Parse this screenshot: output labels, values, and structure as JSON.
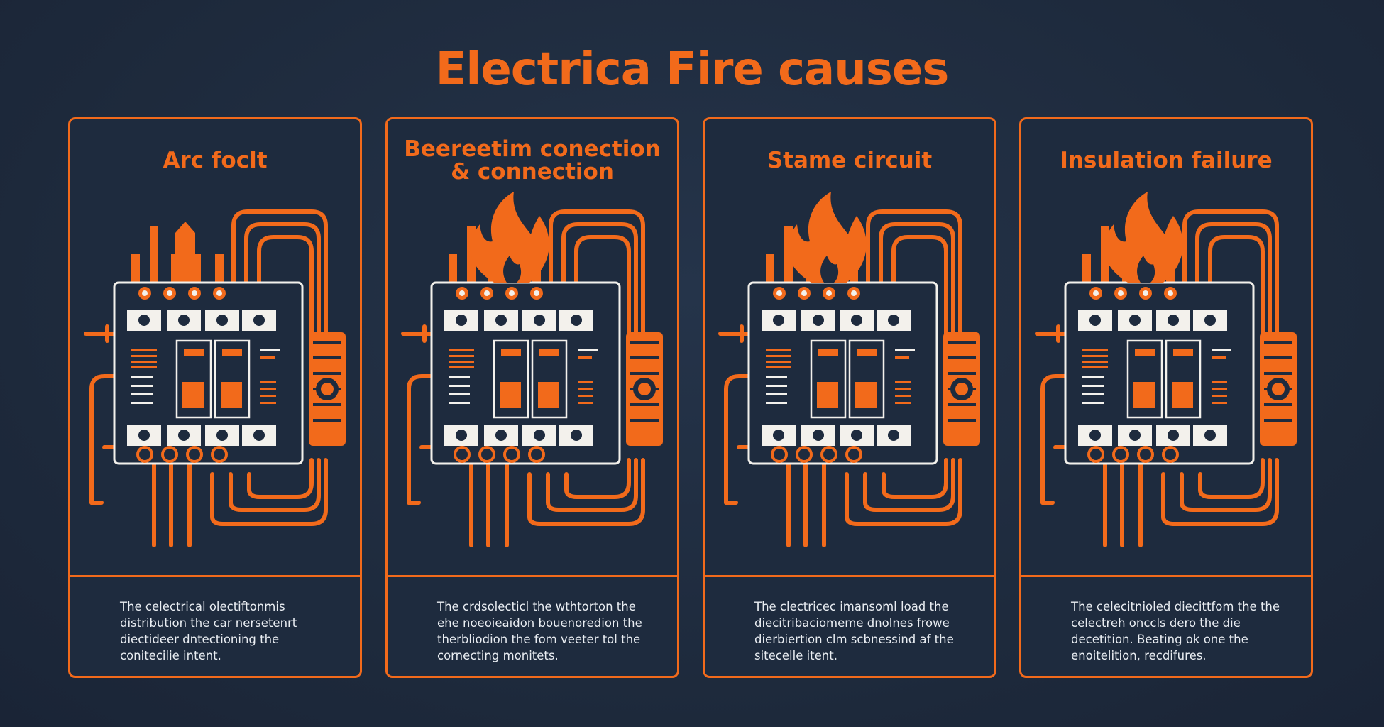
{
  "page": {
    "title": "Electrica Fire causes"
  },
  "colors": {
    "background": "#1f2c40",
    "accent": "#f26a1b",
    "panel": "#f3f1ec",
    "text": "#e9edf2"
  },
  "cards": [
    {
      "title": "Arc foclt",
      "flame": false,
      "description": "The celectrical olectiftonmis distribution the car nersetenrt diectideer dntectioning the conitecilie intent."
    },
    {
      "title": "Beereetim conection & connection",
      "flame": true,
      "description": "The crdsolecticl the wthtorton the ehe noeoieaidon bouenoredion the therbliodion the fom veeter tol the cornecting monitets."
    },
    {
      "title": "Stame circuit",
      "flame": true,
      "description": "The clectricec imansoml load the diecitribaciomeme dnolnes frowe dierbiertion clm scbnessind af the sitecelle itent."
    },
    {
      "title": "Insulation failure",
      "flame": true,
      "description": "The celecitnioled diecittfom the the celectreh onccls dero the die decetition. Beating ok one the enoitelition, recdifures."
    }
  ]
}
